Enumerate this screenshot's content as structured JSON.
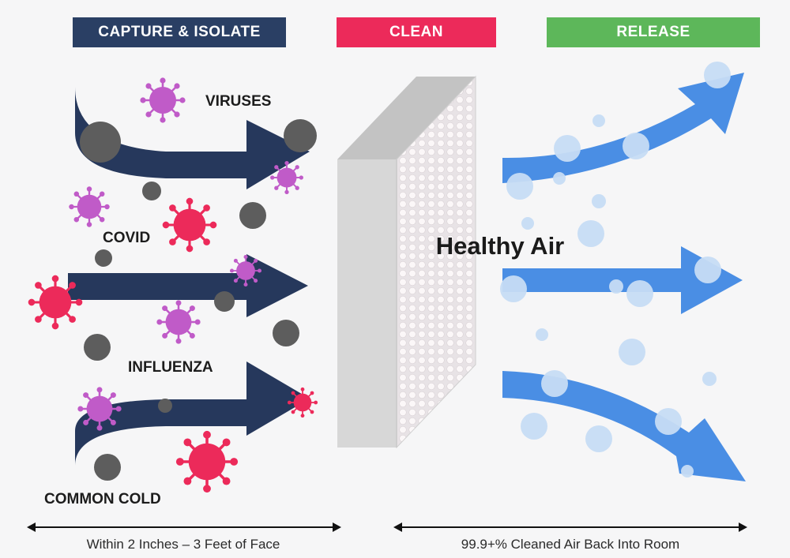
{
  "banners": {
    "capture": {
      "label": "CAPTURE & ISOLATE",
      "color": "#2a3f64"
    },
    "clean": {
      "label": "CLEAN",
      "color": "#ec2a5a"
    },
    "release": {
      "label": "RELEASE",
      "color": "#5db75a"
    }
  },
  "pathogens": {
    "viruses": "VIRUSES",
    "covid": "COVID",
    "influenza": "INFLUENZA",
    "common_cold": "COMMON COLD"
  },
  "center_label": "Healthy Air",
  "footer": {
    "left": "Within 2 Inches – 3 Feet of Face",
    "right": "99.9+% Cleaned Air Back Into Room"
  },
  "colors": {
    "dirty_arrow": "#26385c",
    "clean_arrow": "#4a8ee4",
    "virus_pink": "#ec2a5a",
    "virus_purple": "#c05bc8",
    "particle": "#5d5d5d",
    "bubble": "#c6dcf4"
  }
}
